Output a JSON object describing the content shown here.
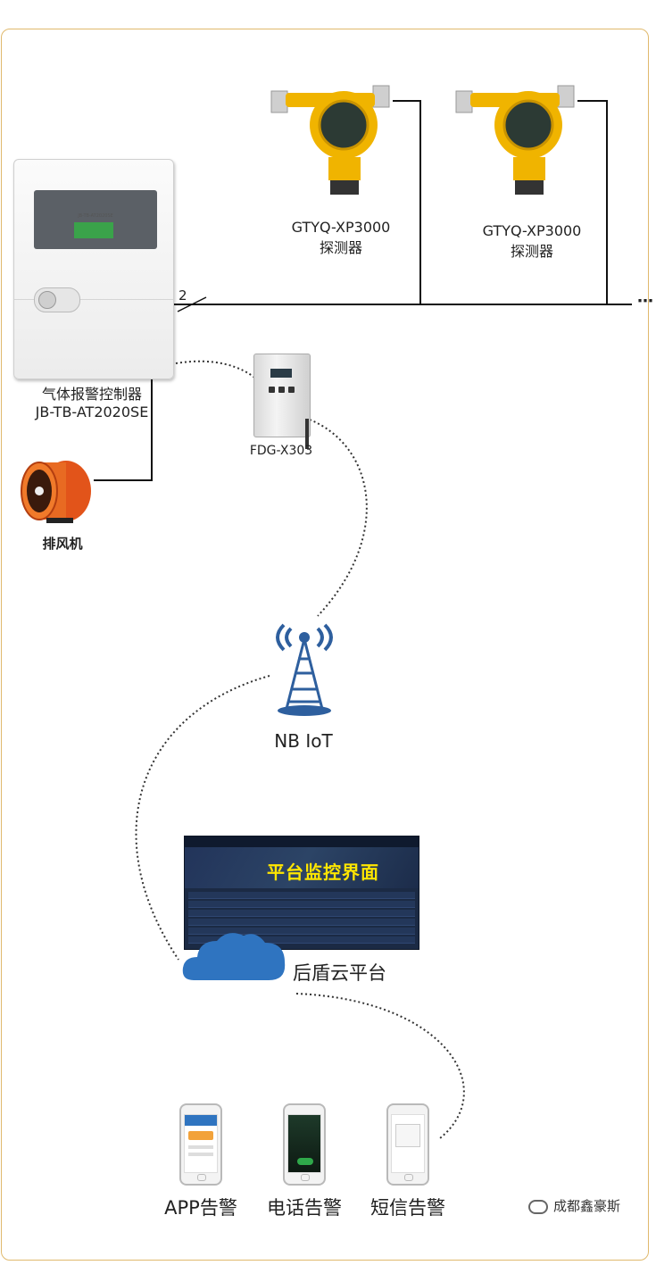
{
  "controller": {
    "label_line1": "气体报警控制器",
    "label_line2": "JB-TB-AT2020SE",
    "model": "JB-TB-AT2020SE"
  },
  "bus": {
    "wire_count": "2",
    "continuation": "⋯"
  },
  "detectors": [
    {
      "model": "GTYQ-XP3000",
      "name": "探测器"
    },
    {
      "model": "GTYQ-XP3000",
      "name": "探测器"
    }
  ],
  "module": {
    "label": "FDG-X303"
  },
  "fan": {
    "label": "排风机"
  },
  "network": {
    "label": "NB IoT"
  },
  "platform": {
    "overlay_text": "平台监控界面",
    "cloud_label": "后盾云平台"
  },
  "alerts": [
    {
      "label": "APP告警"
    },
    {
      "label": "电话告警"
    },
    {
      "label": "短信告警"
    }
  ],
  "watermark": {
    "text": "成都鑫豪斯"
  },
  "colors": {
    "frame": "#e0b96d",
    "detector": "#f0b400",
    "cloud": "#2f74c0",
    "tower": "#2e5f9e",
    "platform_text": "#ffe600"
  }
}
